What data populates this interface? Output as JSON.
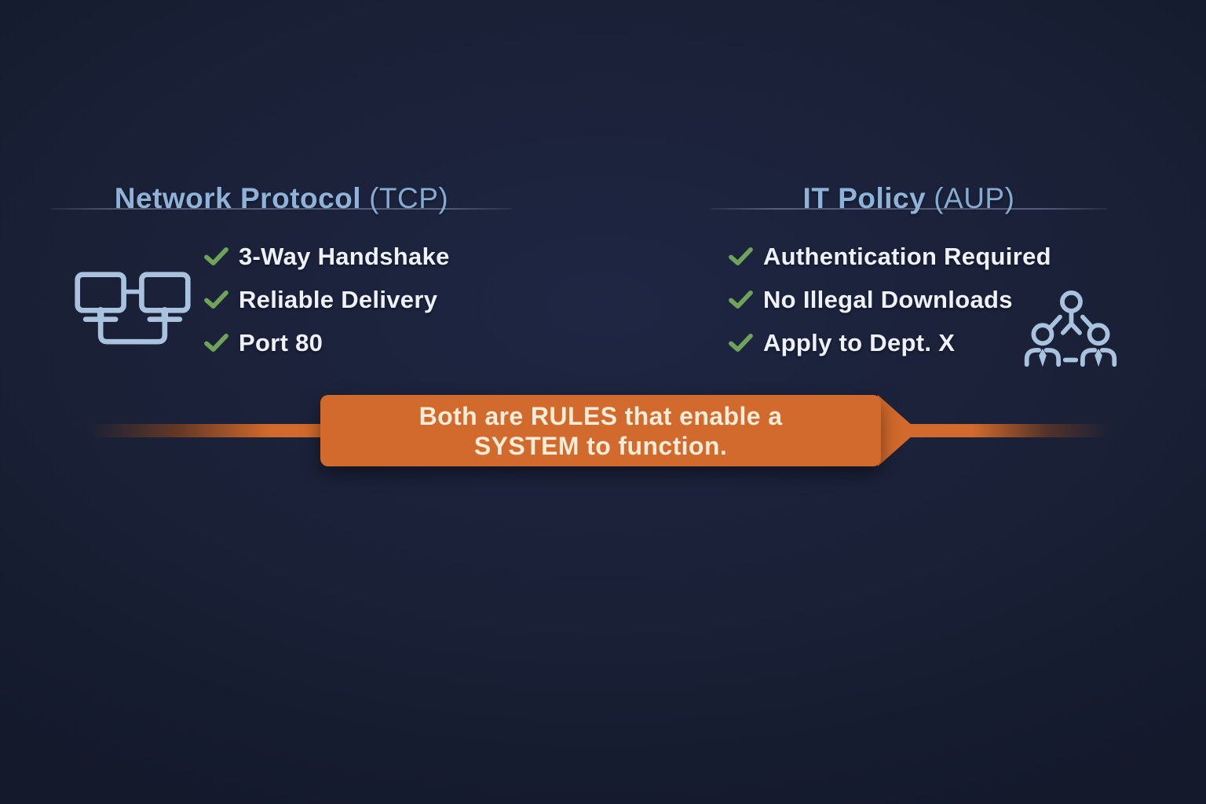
{
  "left_panel": {
    "title": "Network Protocol",
    "title_suffix": "(TCP)",
    "items": [
      "3-Way Handshake",
      "Reliable Delivery",
      "Port 80"
    ],
    "icon": "networked-computers-icon"
  },
  "right_panel": {
    "title": "IT Policy",
    "title_suffix": "(AUP)",
    "items": [
      "Authentication Required",
      "No Illegal Downloads",
      "Apply to Dept. X"
    ],
    "icon": "team-org-icon"
  },
  "banner": {
    "line1": "Both are RULES that enable a",
    "line2": "SYSTEM to function."
  },
  "colors": {
    "background": "#1a2036",
    "title_blue": "#8fb3d8",
    "list_text": "#eef2f8",
    "check_green": "#6fa35a",
    "icon_blue": "#a9c3df",
    "banner_orange": "#d16a2c",
    "banner_text": "#f6ecd8"
  }
}
